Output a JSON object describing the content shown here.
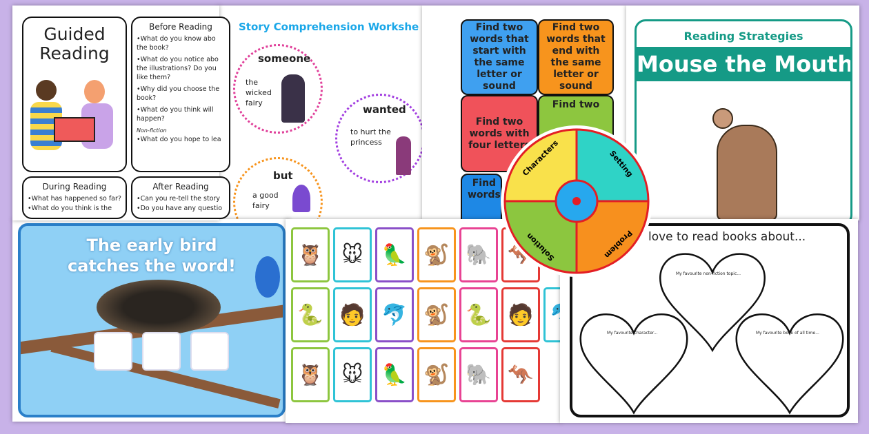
{
  "guided_reading": {
    "title": "Guided Reading",
    "before": {
      "title": "Before Reading",
      "items": [
        "•What do you know abo",
        "  the book?",
        "•What do you notice abo",
        "  the illustrations? Do you",
        "  like them?",
        "•Why did you choose the",
        "  book?",
        "•What do you think will",
        "  happen?"
      ],
      "subhead": "Non-fiction",
      "extra": "•What do you hope to lea"
    },
    "during": {
      "title": "During Reading",
      "items": [
        "•What has happened so far?",
        "•What do you think is the"
      ]
    },
    "after": {
      "title": "After Reading",
      "items": [
        "•Can you re-tell the story",
        "•Do you have any questio"
      ]
    }
  },
  "story": {
    "title": "Story Comprehension Workshe",
    "words": [
      {
        "label": "someone",
        "text": "the wicked fairy"
      },
      {
        "label": "wanted",
        "text": "to hurt the princess"
      },
      {
        "label": "but",
        "text": "a good fairy"
      }
    ]
  },
  "tasks": {
    "cards": [
      {
        "text": "Find two words that start with the same letter or sound",
        "color": "#3fa0f0"
      },
      {
        "text": "Find two words that end with the same letter or sound",
        "color": "#f7941d"
      },
      {
        "text": "Find two words with four letters",
        "color": "#f0525a"
      },
      {
        "text": "Find two",
        "color": "#8dc63f"
      },
      {
        "text": "Find words",
        "color": "#1e88e5"
      }
    ]
  },
  "strategies": {
    "title": "Reading Strategies",
    "subtitle": "Mouse the Mouth",
    "accent": "#159a86"
  },
  "bird": {
    "title_line1": "The early bird",
    "title_line2": "catches the word!",
    "bg": "#8fd0f5"
  },
  "wheel": {
    "segments": [
      {
        "label": "Characters",
        "color": "#f9e14b"
      },
      {
        "label": "Setting",
        "color": "#2fd3c6"
      },
      {
        "label": "Solution",
        "color": "#8cc63f"
      },
      {
        "label": "Problem",
        "color": "#f7901e"
      }
    ]
  },
  "grid": {
    "rows": [
      [
        "🦉",
        "🐭",
        "🦜",
        "🐒",
        "🐘",
        "🦘"
      ],
      [
        "🐍",
        "🧑",
        "🐬",
        "🐒",
        "🐍",
        "🧑",
        "🐬"
      ],
      [
        "🦉",
        "🐭",
        "🦜",
        "🐒",
        "🐘",
        "🦘"
      ]
    ],
    "borders": [
      "#8dc63f",
      "#2fc3d6",
      "#8a4fc8",
      "#f7941d",
      "#e84393",
      "#e53935",
      "#2fc3d6"
    ]
  },
  "hearts": {
    "title": "love to read books about...",
    "labels": [
      "My favourite non-fiction topic...",
      "My favourite character...",
      "My favourite book of all time..."
    ]
  }
}
